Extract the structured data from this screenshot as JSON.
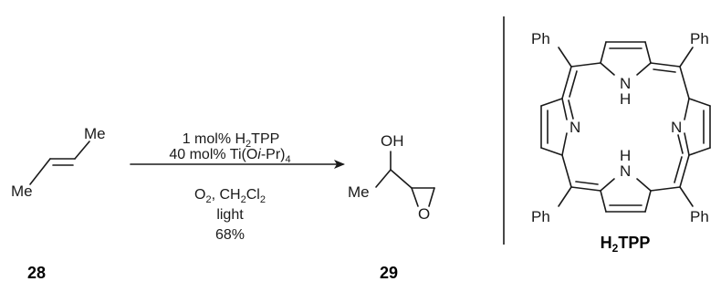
{
  "reactant": {
    "substituent_top": "Me",
    "substituent_bottom": "Me",
    "number": "28"
  },
  "conditions": {
    "above_line1": {
      "prefix": "1 mol% H",
      "sub": "2",
      "suffix": "TPP"
    },
    "above_line2": {
      "prefix": "40 mol% Ti(O",
      "italic": "i",
      "mid": "-Pr)",
      "sub": "4"
    },
    "below_line1": {
      "o": "O",
      "o_sub": "2",
      "sep": ", CH",
      "ch_sub": "2",
      "cl": "Cl",
      "cl_sub": "2"
    },
    "below_line2": "light",
    "below_line3": "68%"
  },
  "product": {
    "hydroxyl": "OH",
    "methyl": "Me",
    "epoxide_o": "O",
    "number": "29"
  },
  "catalyst": {
    "ph_tl": "Ph",
    "ph_tr": "Ph",
    "ph_bl": "Ph",
    "ph_br": "Ph",
    "nh_top_n": "N",
    "nh_top_h": "H",
    "n_left": "N",
    "n_right": "N",
    "nh_bot_n": "N",
    "nh_bot_h": "H",
    "name": {
      "h": "H",
      "sub": "2",
      "rest": "TPP"
    }
  }
}
